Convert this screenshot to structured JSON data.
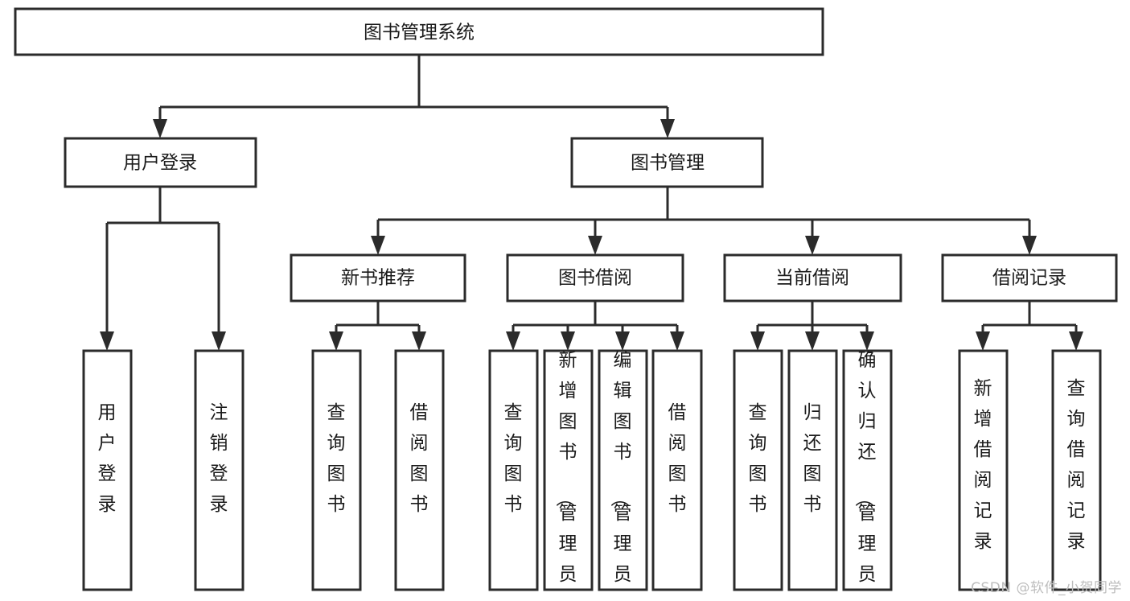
{
  "diagram": {
    "type": "tree-hierarchy",
    "title": "图书管理系统",
    "watermark": "CSDN @软件_小贺同学",
    "colors": {
      "stroke": "#2b2b2b",
      "fill": "#ffffff",
      "text": "#1b1b1b",
      "watermark": "#bdbdbd",
      "background": "#ffffff"
    },
    "root": {
      "label": "图书管理系统"
    },
    "level2": [
      {
        "label": "用户登录"
      },
      {
        "label": "图书管理"
      }
    ],
    "level3": [
      {
        "label": "新书推荐"
      },
      {
        "label": "图书借阅"
      },
      {
        "label": "当前借阅"
      },
      {
        "label": "借阅记录"
      }
    ],
    "leaves": {
      "user_login": [
        {
          "label": "用户登录"
        },
        {
          "label": "注销登录"
        }
      ],
      "new_book_recommend": [
        {
          "label": "查询图书"
        },
        {
          "label": "借阅图书"
        }
      ],
      "book_borrow": [
        {
          "label": "查询图书"
        },
        {
          "label": "新增图书（管理员）"
        },
        {
          "label": "编辑图书（管理员）"
        },
        {
          "label": "借阅图书"
        }
      ],
      "current_borrow": [
        {
          "label": "查询图书"
        },
        {
          "label": "归还图书"
        },
        {
          "label": "确认归还（管理员）"
        }
      ],
      "borrow_record": [
        {
          "label": "新增借阅记录"
        },
        {
          "label": "查询借阅记录"
        }
      ]
    }
  }
}
